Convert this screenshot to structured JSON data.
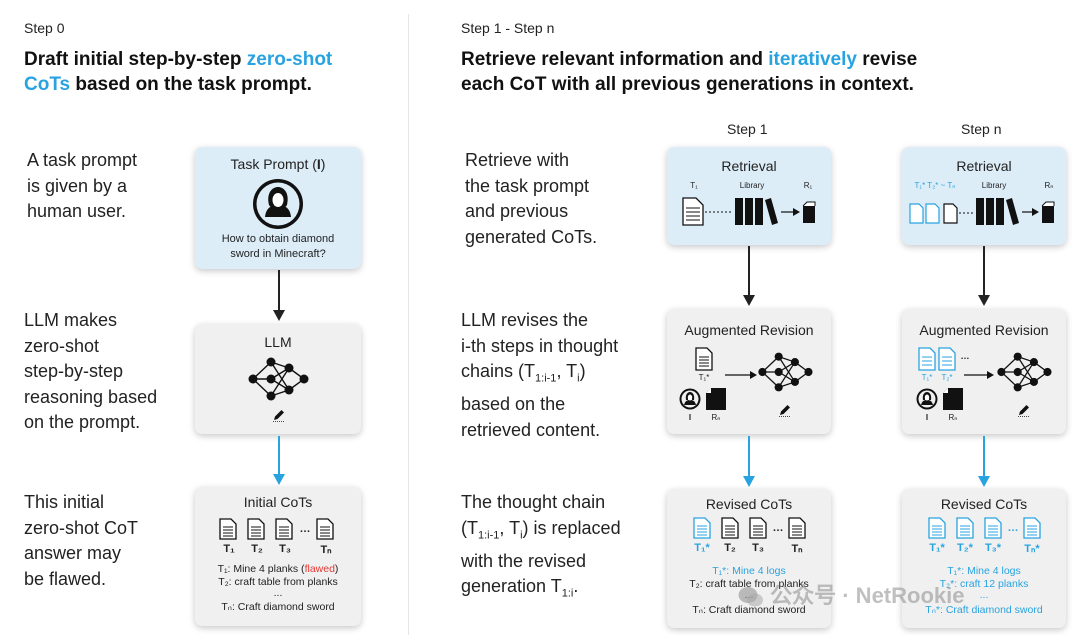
{
  "step0": {
    "label": "Step 0",
    "heading_pre": "Draft initial step-by-step ",
    "heading_hl1": "zero-shot",
    "heading_hl2": "CoTs",
    "heading_post": " based on the task prompt."
  },
  "step1n": {
    "label": "Step 1 - Step n",
    "heading_line1_pre": "Retrieve relevant information and ",
    "heading_line1_hl": "iteratively",
    "heading_line1_post": " revise",
    "heading_line2": "each CoT with all previous generations in context."
  },
  "col_step1": "Step 1",
  "col_stepn": "Step n",
  "left_texts": {
    "task": [
      "A task prompt",
      "is given by a",
      "human user."
    ],
    "llm": [
      "LLM makes",
      "zero-shot",
      "step-by-step",
      "reasoning based",
      "on the prompt."
    ],
    "initial": [
      "This initial",
      "zero-shot CoT",
      "answer may",
      "be flawed."
    ]
  },
  "mid_texts": {
    "retrieve": [
      "Retrieve with",
      "the task prompt",
      "and previous",
      "generated CoTs."
    ],
    "revise": [
      "LLM revises the",
      "i-th steps in thought",
      "chains (T",
      "based on the",
      "retrieved content."
    ],
    "revise_sub": "1:i-1",
    "revise_tail": ", T",
    "revise_tail_sub": "i",
    "revise_close": ")",
    "replaced": [
      "The thought chain",
      "(T",
      "with the revised",
      "generation T"
    ],
    "replaced_sub": "1:i-1",
    "replaced_tail": ", T",
    "replaced_tail_sub": "i",
    "replaced_close": ") is replaced",
    "generation_sub": "1:i",
    "generation_close": "."
  },
  "task_card": {
    "title_pre": "Task Prompt (",
    "title_sym": "I",
    "title_post": ")",
    "question_line1": "How to obtain diamond",
    "question_line2": "sword in Minecraft?"
  },
  "llm_card": {
    "title": "LLM"
  },
  "initial_card": {
    "title": "Initial CoTs",
    "tlabels": [
      "T₁",
      "T₂",
      "T₃",
      "Tₙ"
    ],
    "line1_pre": "T₁: Mine 4 planks (",
    "line1_flag": "flawed",
    "line1_post": ")",
    "line2": "T₂: craft table from planks",
    "line3": "...",
    "line4": "Tₙ: Craft diamond sword"
  },
  "retrieval1": {
    "title": "Retrieval",
    "t_label": "T₁",
    "library": "Library",
    "r_label": "R₁"
  },
  "retrievaln": {
    "title": "Retrieval",
    "t_label": "T₁* T₂* ~ Tₙ",
    "library": "Library",
    "r_label": "Rₙ"
  },
  "aug1": {
    "title": "Augmented Revision",
    "doc_label": "T₁*",
    "i_label": "I",
    "r_label": "Rₙ"
  },
  "augn": {
    "title": "Augmented Revision",
    "doc_labels": [
      "T₁*",
      "T₂*"
    ],
    "i_label": "I",
    "r_label": "Rₙ"
  },
  "rev1": {
    "title": "Revised CoTs",
    "tlabels": [
      "T₁*",
      "T₂",
      "T₃",
      "Tₙ"
    ],
    "line1": "T₁*: Mine 4 logs",
    "line2": "T₂: craft table from planks",
    "line3": "...",
    "line4": "Tₙ: Craft diamond sword"
  },
  "revn": {
    "title": "Revised CoTs",
    "tlabels": [
      "T₁*",
      "T₂*",
      "T₃*",
      "Tₙ*"
    ],
    "line1": "T₁*: Mine 4 logs",
    "line2": "T₂*: craft 12 planks",
    "line3": "...",
    "line4": "Tₙ*: Craft diamond sword"
  },
  "watermark": "公众号 · NetRookie",
  "colors": {
    "accent": "#29a3e0",
    "flawed": "#e53935",
    "blue_card": "#dcedf8",
    "gray_card": "#f0f0f0"
  }
}
